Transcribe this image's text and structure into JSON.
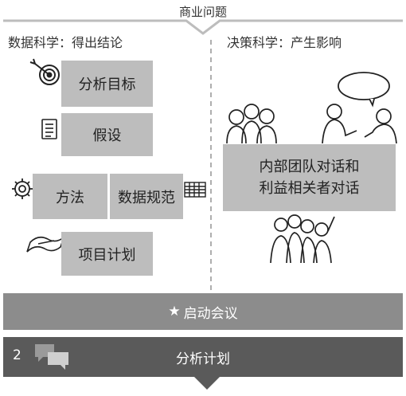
{
  "header": {
    "title": "商业问题"
  },
  "left_column": {
    "heading": "数据科学：得出结论",
    "steps": {
      "goal": "分析目标",
      "hypothesis": "假设",
      "method": "方法",
      "data_spec": "数据规范",
      "project_plan": "项目计划"
    }
  },
  "right_column": {
    "heading": "决策科学：产生影响",
    "dialogue_line1": "内部团队对话和",
    "dialogue_line2": "利益相关者对话"
  },
  "kickoff_band": {
    "icon": "star-icon",
    "star": "★",
    "label": "启动会议"
  },
  "plan_band": {
    "number": "2",
    "icon": "chat-bubbles-icon",
    "label": "分析计划"
  }
}
